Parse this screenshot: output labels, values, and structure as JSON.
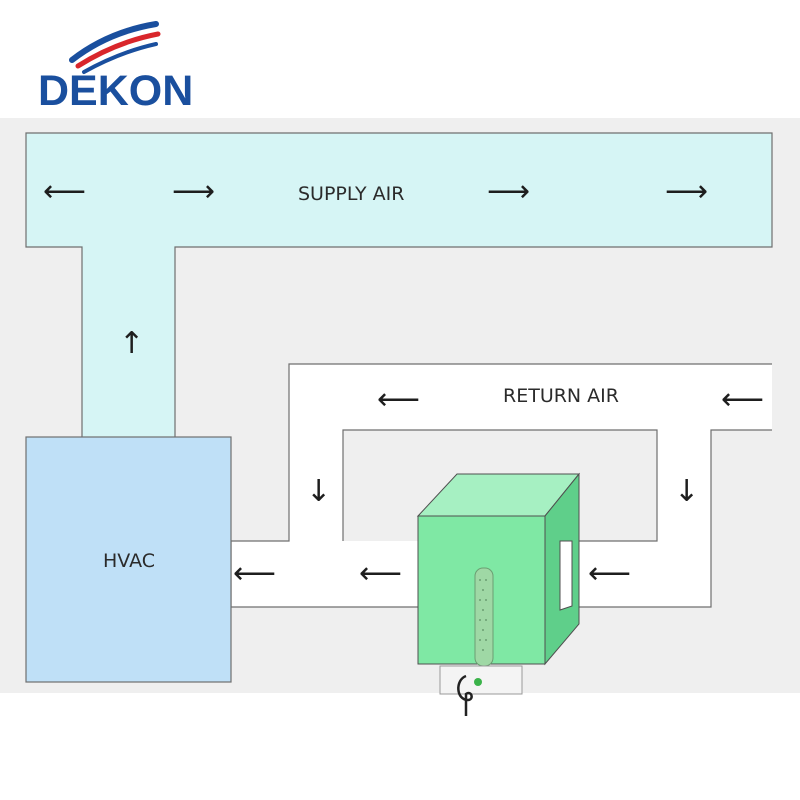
{
  "brand": {
    "name": "DEKON",
    "colors": {
      "text": "#1a4f9e",
      "swoosh_blue": "#1a4f9e",
      "swoosh_red": "#d9262b"
    }
  },
  "diagram": {
    "labels": {
      "supply": "SUPPLY AIR",
      "return": "RETURN AIR",
      "hvac": "HVAC"
    },
    "arrows": {
      "left": "⟵",
      "right": "⟶",
      "up": "↑",
      "down": "↓"
    },
    "colors": {
      "background": "#efefef",
      "supply_duct": "#d6f5f5",
      "return_duct": "#ffffff",
      "duct_outline": "#6f6f6f",
      "hvac_unit": "#bfe0f7",
      "purifier_box": "#7fe8a4",
      "purifier_tube": "#9fd8a5"
    }
  }
}
